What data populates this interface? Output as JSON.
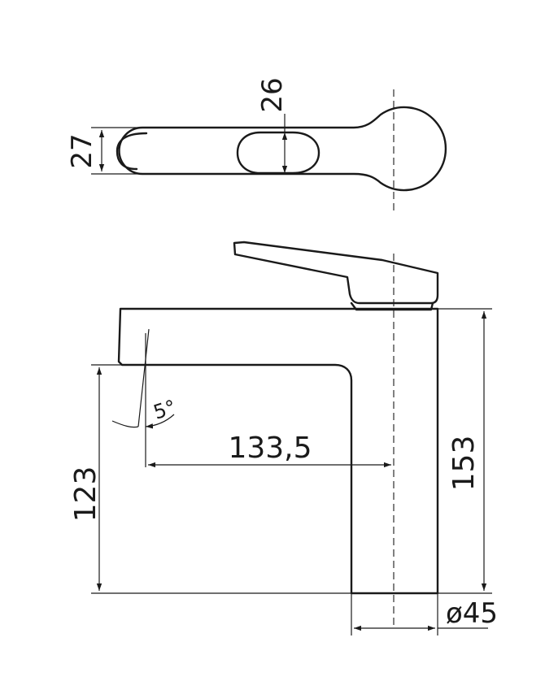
{
  "drawing": {
    "dimensions": {
      "lever_width": "27",
      "lever_thickness": "26",
      "spout_angle": "5°",
      "spout_reach": "133,5",
      "spout_height": "123",
      "total_height": "153",
      "body_diameter": "ø45"
    }
  }
}
